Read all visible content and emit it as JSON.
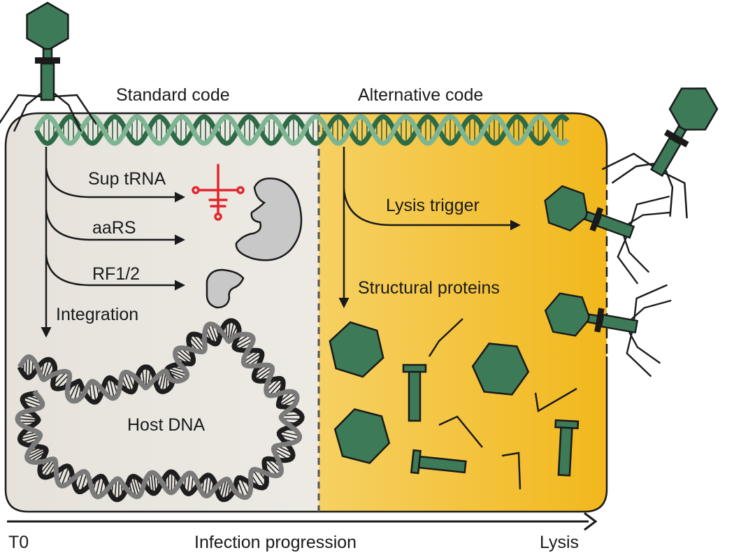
{
  "labels": {
    "standard_code": "Standard code",
    "alternative_code": "Alternative code",
    "sup_trna": "Sup tRNA",
    "aars": "aaRS",
    "rf12": "RF1/2",
    "integration": "Integration",
    "host_dna": "Host DNA",
    "lysis_trigger": "Lysis trigger",
    "structural_proteins": "Structural proteins",
    "t0": "T0",
    "infection_progression": "Infection progression",
    "lysis": "Lysis"
  },
  "colors": {
    "phage_green": "#3d7a58",
    "standard_region": "#eae7e1",
    "alternative_region": "#f2b81c",
    "trna_red": "#e2262d",
    "protein_gray": "#c8c8c8",
    "outline": "#1a1a1a"
  },
  "icons": [
    "phage-icon",
    "trna-icon",
    "aars-protein-icon",
    "rf-protein-icon",
    "capsid-icon",
    "tail-icon",
    "fiber-icon"
  ]
}
